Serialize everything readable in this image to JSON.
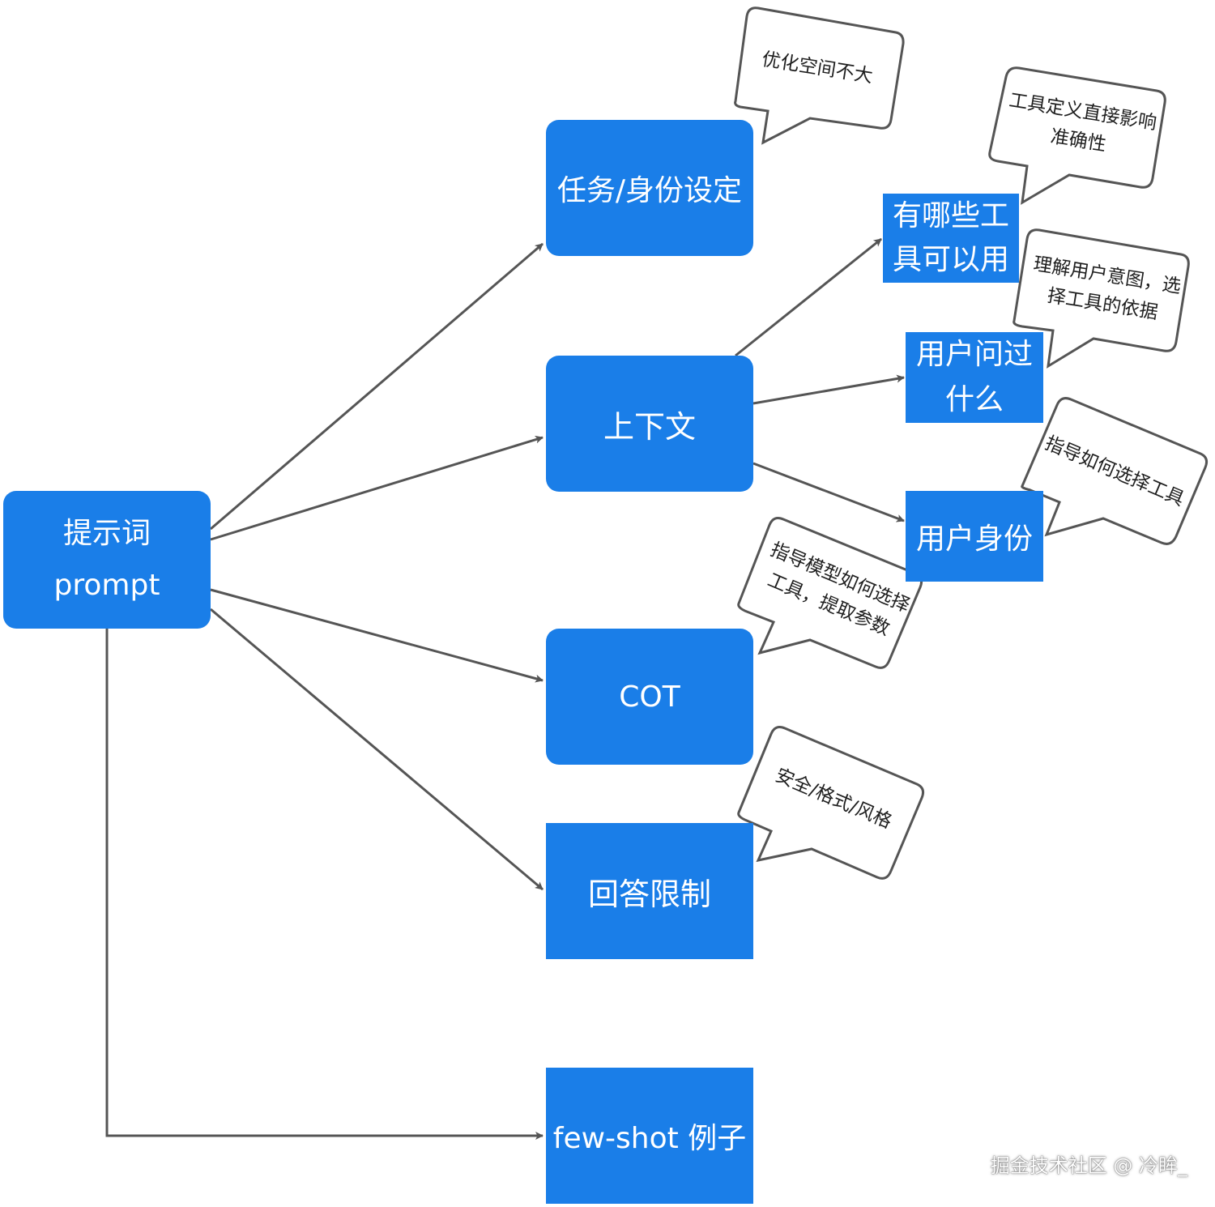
{
  "nodes": {
    "root": {
      "line1": "提示词",
      "line2": "prompt"
    },
    "task": {
      "label": "任务/身份设定"
    },
    "context": {
      "label": "上下文"
    },
    "cot": {
      "label": "COT"
    },
    "limit": {
      "label": "回答限制"
    },
    "fewshot": {
      "label": "few-shot 例子"
    },
    "tools": {
      "line1": "有哪些工",
      "line2": "具可以用"
    },
    "history": {
      "line1": "用户问过",
      "line2": "什么"
    },
    "identity": {
      "label": "用户身份"
    }
  },
  "callouts": {
    "task": {
      "line1": "优化空间不大"
    },
    "tools": {
      "line1": "工具定义直接影响",
      "line2": "准确性"
    },
    "history": {
      "line1": "理解用户意图，选",
      "line2": "择工具的依据"
    },
    "identity": {
      "line1": "指导如何选择工具"
    },
    "cot": {
      "line1": "指导模型如何选择",
      "line2": "工具，提取参数"
    },
    "limit": {
      "line1": "安全/格式/风格"
    }
  },
  "watermark": "掘金技术社区 @ 冷眸_",
  "colors": {
    "node": "#1a7ee8",
    "edge": "#555555",
    "callout_border": "#555555"
  }
}
